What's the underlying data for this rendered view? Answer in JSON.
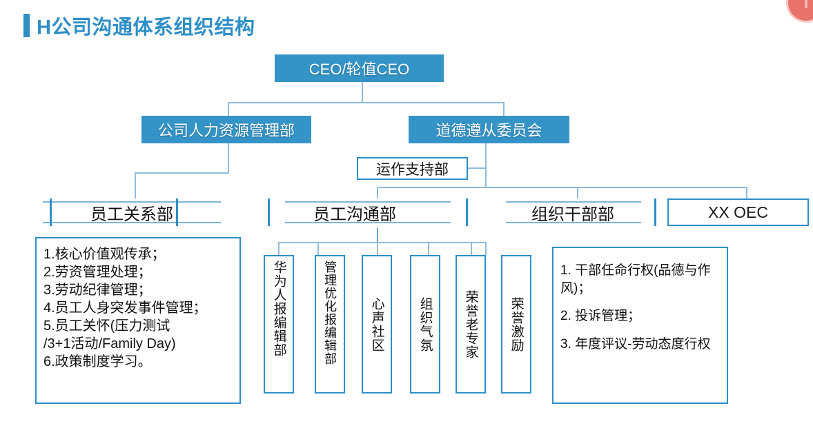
{
  "slide": {
    "title": "H公司沟通体系组织结构",
    "accent_color": "#2e8fc8",
    "box_fill_color": "#3494c8",
    "connector_color": "#8fbcdd",
    "corner_marker_color": "#e8736a"
  },
  "org": {
    "root": {
      "label": "CEO/轮值CEO"
    },
    "level2": [
      {
        "label": "公司人力资源管理部"
      },
      {
        "label": "道德遵从委员会"
      }
    ],
    "support": {
      "label": "运作支持部"
    },
    "departments": [
      {
        "label": "员工关系部"
      },
      {
        "label": "员工沟通部"
      },
      {
        "label": "组织干部部"
      },
      {
        "label": "XX OEC"
      }
    ],
    "employee_relations_duties": [
      "1.核心价值观传承；",
      "2.劳资管理处理；",
      "3.劳动纪律管理；",
      "4.员工人身突发事件管理；",
      "5.员工关怀(压力测试",
      "/3+1活动/Family Day)",
      "6.政策制度学习。"
    ],
    "communication_units": [
      {
        "label": "华为人报编辑部"
      },
      {
        "label": "管理优化报编辑部"
      },
      {
        "label": "心声社区"
      },
      {
        "label": "组织气氛"
      },
      {
        "label": "荣誉老专家"
      },
      {
        "label": "荣誉激励"
      }
    ],
    "cadre_duties": [
      "1. 干部任命行权(品德与作风)；",
      "2. 投诉管理；",
      "3. 年度评议-劳动态度行权"
    ]
  }
}
